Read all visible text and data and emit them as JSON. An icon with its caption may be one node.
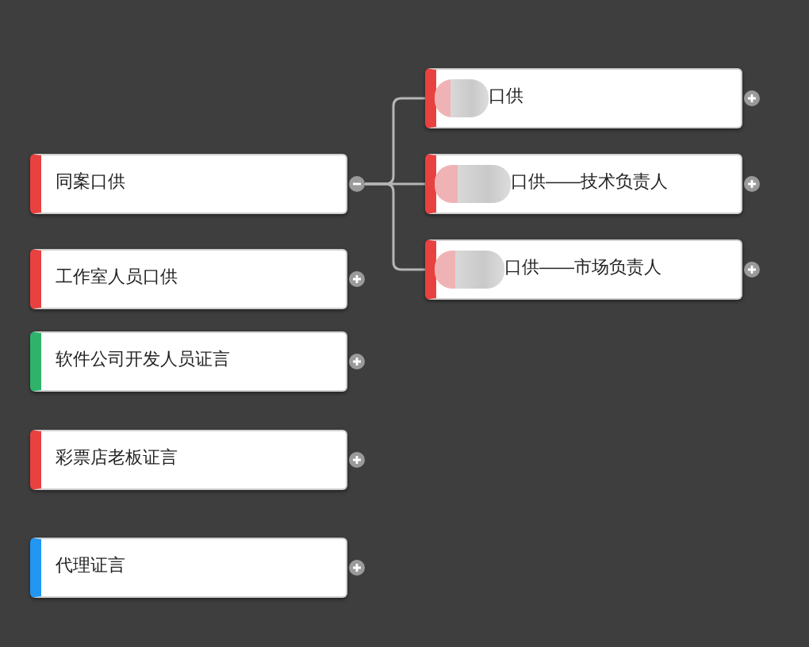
{
  "diagram": {
    "nodes": [
      {
        "text": [
          "同案口供"
        ]
      },
      {
        "text": [
          "工作室人员口供"
        ]
      },
      {
        "text": [
          "软件公司开发人员证言"
        ]
      },
      {
        "text": [
          "彩票店老板证言"
        ]
      },
      {
        "text": [
          "代理证言"
        ]
      },
      {
        "text": [
          "口供"
        ]
      },
      {
        "text": [
          "口供——技术负责人"
        ]
      },
      {
        "text": [
          "口供——市场负责人"
        ]
      }
    ],
    "edges": [
      {
        "from": 0,
        "to": 5,
        "arrow": "none"
      },
      {
        "from": 0,
        "to": 6,
        "arrow": "none"
      },
      {
        "from": 0,
        "to": 7,
        "arrow": "none"
      }
    ]
  }
}
